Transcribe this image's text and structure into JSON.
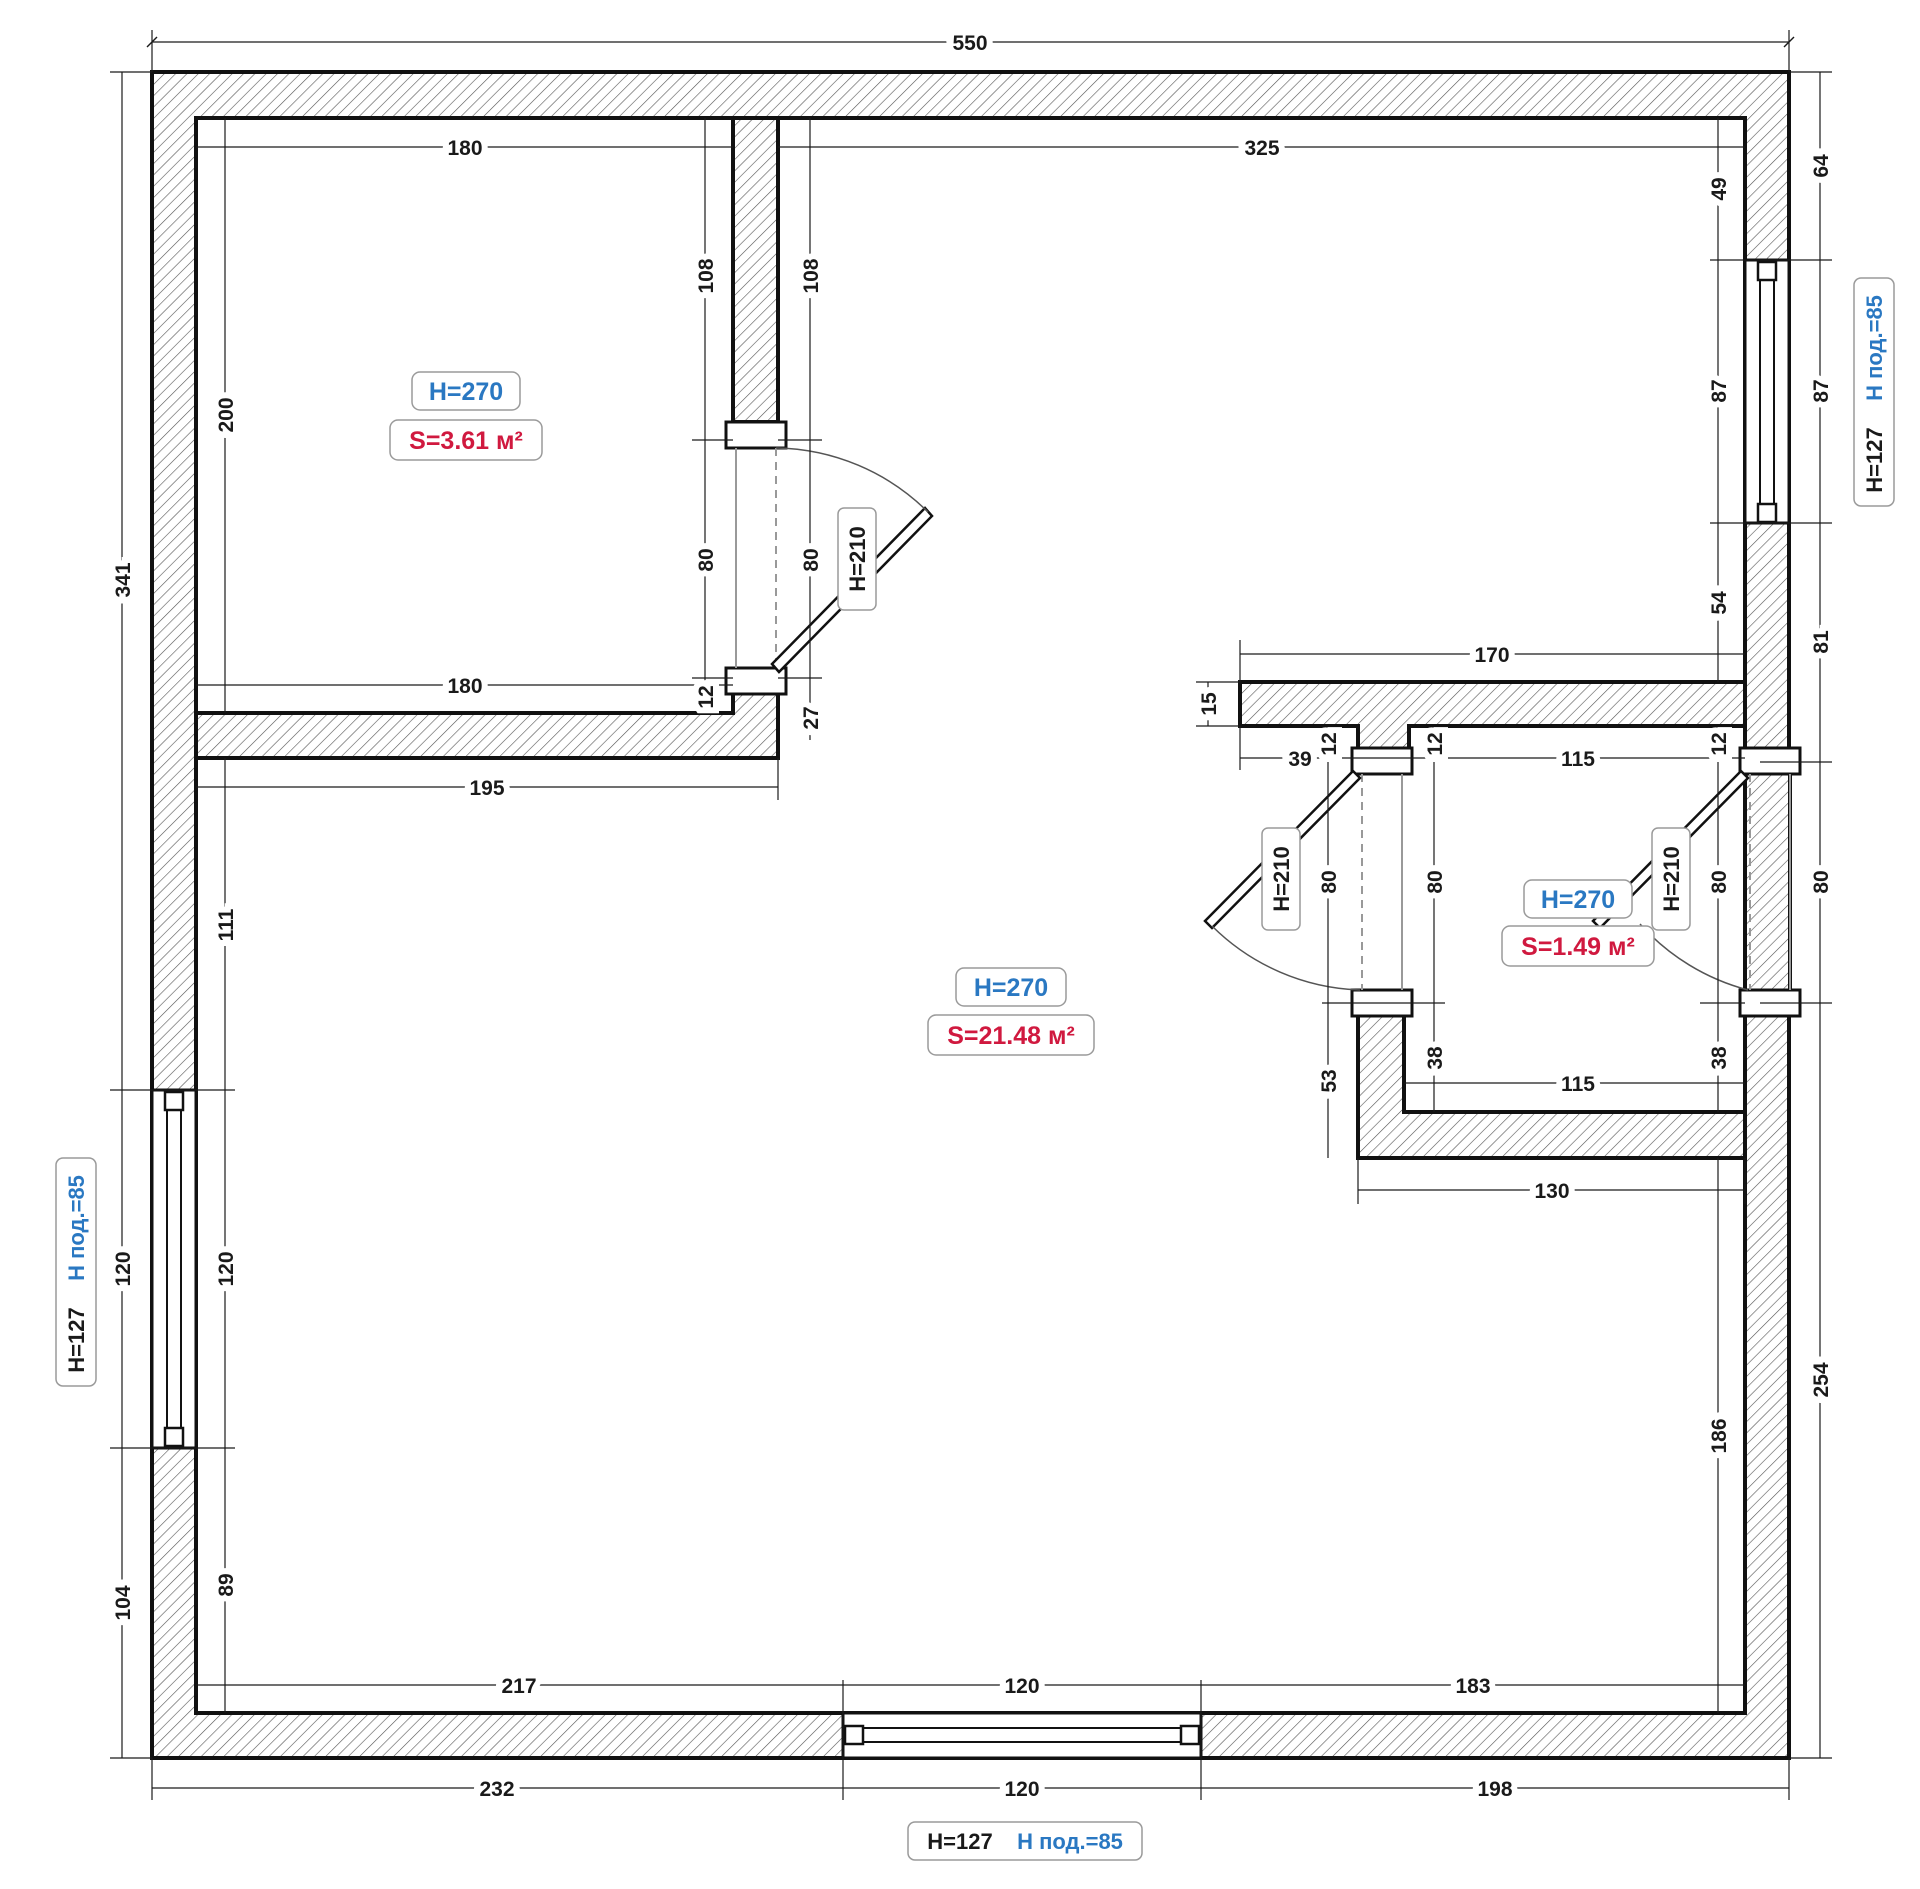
{
  "colors": {
    "wall_outline": "#111111",
    "hatch": "#555555",
    "dimension": "#1a1a1a",
    "height_label": "#2a78c2",
    "area_label": "#d0193f",
    "label_border": "#9a9a9a"
  },
  "dimensions": {
    "top_overall": "550",
    "bottom_left": "232",
    "bottom_window": "120",
    "bottom_right": "198",
    "left_overall": "341",
    "left_window": "120",
    "left_bottom": "104",
    "right_top": "64",
    "right_window": "87",
    "right_mid": "81",
    "right_door": "80",
    "right_bottom": "254",
    "room1_top": "180",
    "room1_bottom": "180",
    "room1_left": "200",
    "room1_right_top": "108",
    "room1_right_door": "80",
    "room1_right_bottom": "12",
    "hall_outer_right_top": "108",
    "hall_outer_right_door": "80",
    "hall_jamb": "27",
    "main_top": "325",
    "main_right_top": "49",
    "main_right_window": "87",
    "main_right_mid": "54",
    "bath_top_wall_length": "170",
    "bath_top_wall_thickness": "15",
    "bath_stub_left": "39",
    "bath_jamb_a": "12",
    "bath_jamb_b": "12",
    "bath_inner_top": "115",
    "bath_jamb_c": "12",
    "bath_door_left_outer": "80",
    "bath_door_left_inner": "80",
    "bath_door_right_inner": "80",
    "bath_door_right_outer": "80",
    "bath_left_lower": "53",
    "bath_inner_left_lower": "38",
    "bath_inner_bottom": "115",
    "bath_inner_right_lower": "38",
    "bath_block_bottom": "130",
    "main_right_bottom": "186",
    "corridor_bottom": "195",
    "main_left_upper": "111",
    "main_left_window": "120",
    "main_left_bottom": "89",
    "main_bottom_left": "217",
    "main_bottom_window": "120",
    "main_bottom_right": "183"
  },
  "rooms": {
    "bedroom": {
      "height": "H=270",
      "area": "S=3.61 м²"
    },
    "living": {
      "height": "H=270",
      "area": "S=21.48 м²"
    },
    "bath": {
      "height": "H=270",
      "area": "S=1.49 м²"
    }
  },
  "doors": {
    "bedroom_door": "H=210",
    "bath_door_left": "H=210",
    "bath_door_right": "H=210"
  },
  "windows": {
    "right": {
      "height": "H=127",
      "sill": "H под.=85"
    },
    "left": {
      "height": "H=127",
      "sill": "H под.=85"
    },
    "bottom": {
      "height": "H=127",
      "sill": "H под.=85"
    }
  }
}
